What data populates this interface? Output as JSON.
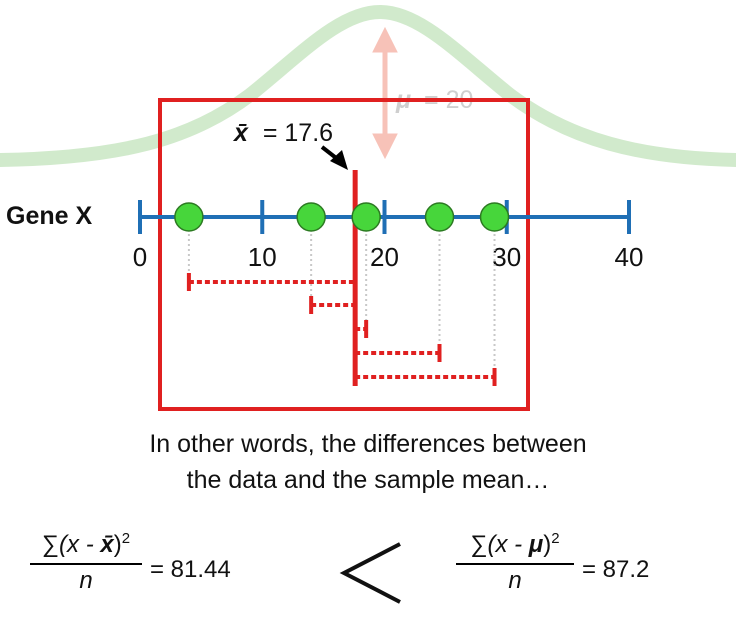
{
  "gene_label": "Gene X",
  "axis": {
    "ticks": [
      "0",
      "10",
      "20",
      "30",
      "40"
    ],
    "min": 0,
    "max": 40
  },
  "data_points": [
    4,
    14,
    18.5,
    24.5,
    29
  ],
  "sample_mean": {
    "label_symbol": "x̄",
    "label_value": "= 17.6",
    "value": 17.6
  },
  "population_mean": {
    "label_symbol": "μ",
    "label_value": "= 20",
    "value": 20
  },
  "caption": {
    "line1": "In other words, the differences between",
    "line2": "the data and the sample mean…"
  },
  "formula_left": {
    "sum": "∑",
    "body_open": "(x - ",
    "mean": "x̄",
    "body_close": ")",
    "exp": "2",
    "denominator": "n",
    "result": "= 81.44"
  },
  "comparison": "<",
  "formula_right": {
    "sum": "∑",
    "body_open": "(x - ",
    "mean": "μ",
    "body_close": ")",
    "exp": "2",
    "denominator": "n",
    "result": "= 87.2"
  },
  "colors": {
    "axis": "#1f6fb5",
    "points": "#47d63b",
    "highlight": "#e02020",
    "distribution": "#c9e6c3",
    "mu_arrow": "#f7c2b8"
  }
}
